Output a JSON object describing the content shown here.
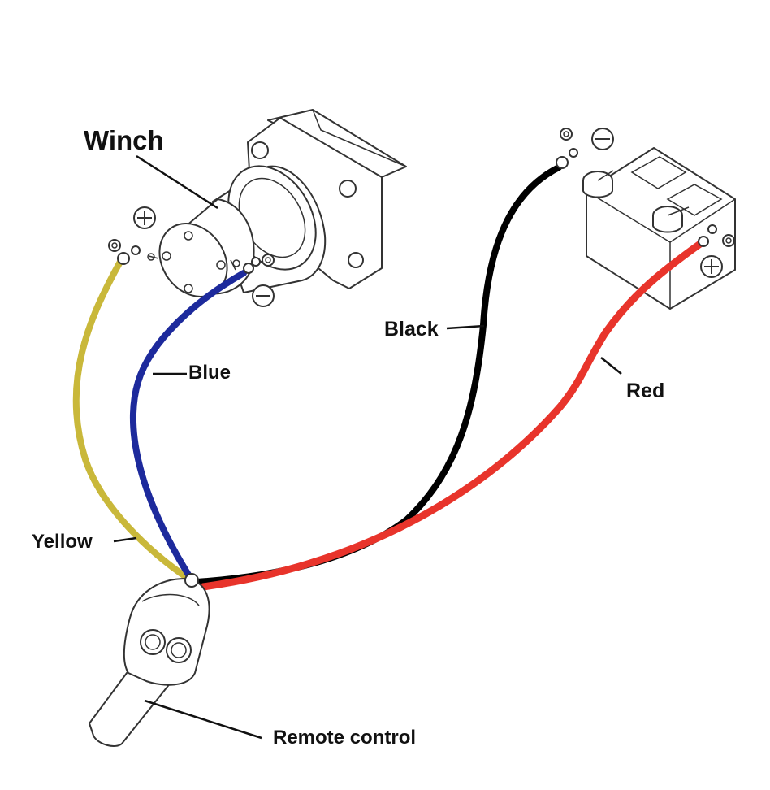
{
  "labels": {
    "winch": "Winch",
    "black": "Black",
    "blue": "Blue",
    "red": "Red",
    "yellow": "Yellow",
    "remote": "Remote control"
  },
  "colors": {
    "yellow_wire": "#c9b83a",
    "blue_wire": "#1d2a9c",
    "black_wire": "#000000",
    "red_wire": "#e8342b",
    "line_art": "#333333"
  },
  "icons": {
    "winch_positive": "plus-terminal-icon",
    "winch_negative": "minus-terminal-icon",
    "battery_positive": "plus-terminal-icon",
    "battery_negative": "minus-terminal-icon"
  }
}
